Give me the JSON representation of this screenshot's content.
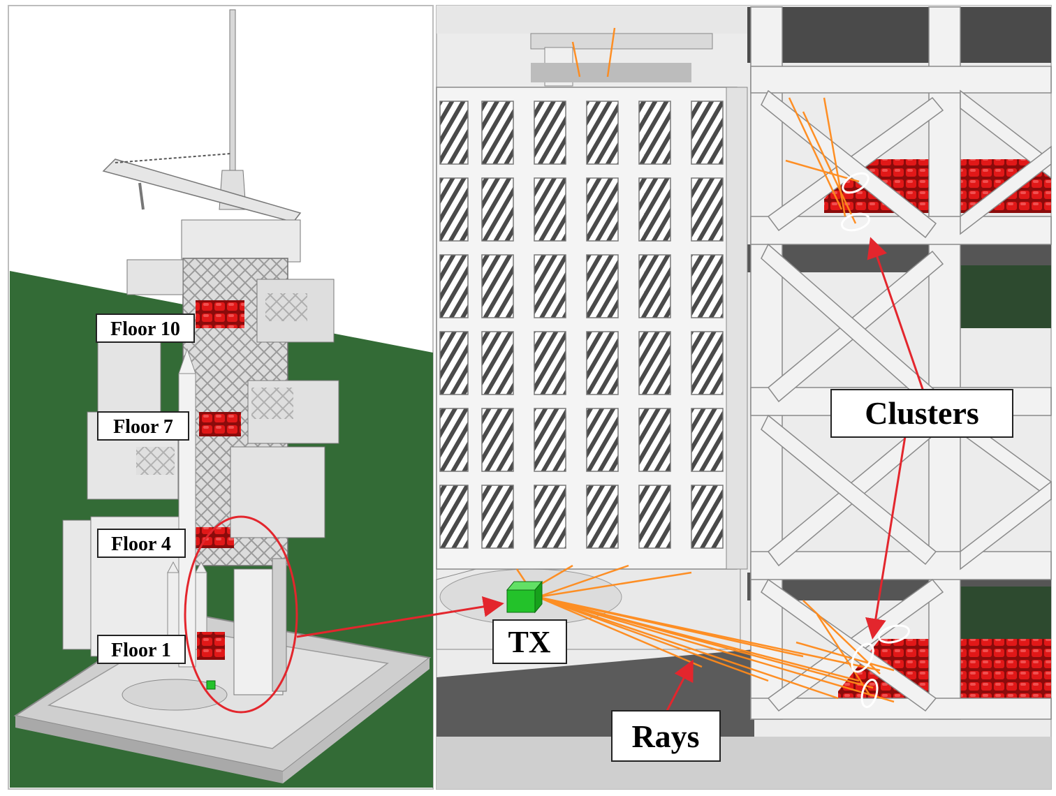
{
  "left_panel": {
    "floor_labels": [
      "Floor 10",
      "Floor 7",
      "Floor 4",
      "Floor 1"
    ]
  },
  "right_panel": {
    "clusters_label": "Clusters",
    "tx_label": "TX",
    "rays_label": "Rays"
  },
  "colors": {
    "ground": "#336b36",
    "structure": "#e8e8e8",
    "cluster_red": "#e11818",
    "ray_orange": "#ff8a1a",
    "annotation_red": "#e3262d",
    "tx_green": "#23c22a"
  }
}
